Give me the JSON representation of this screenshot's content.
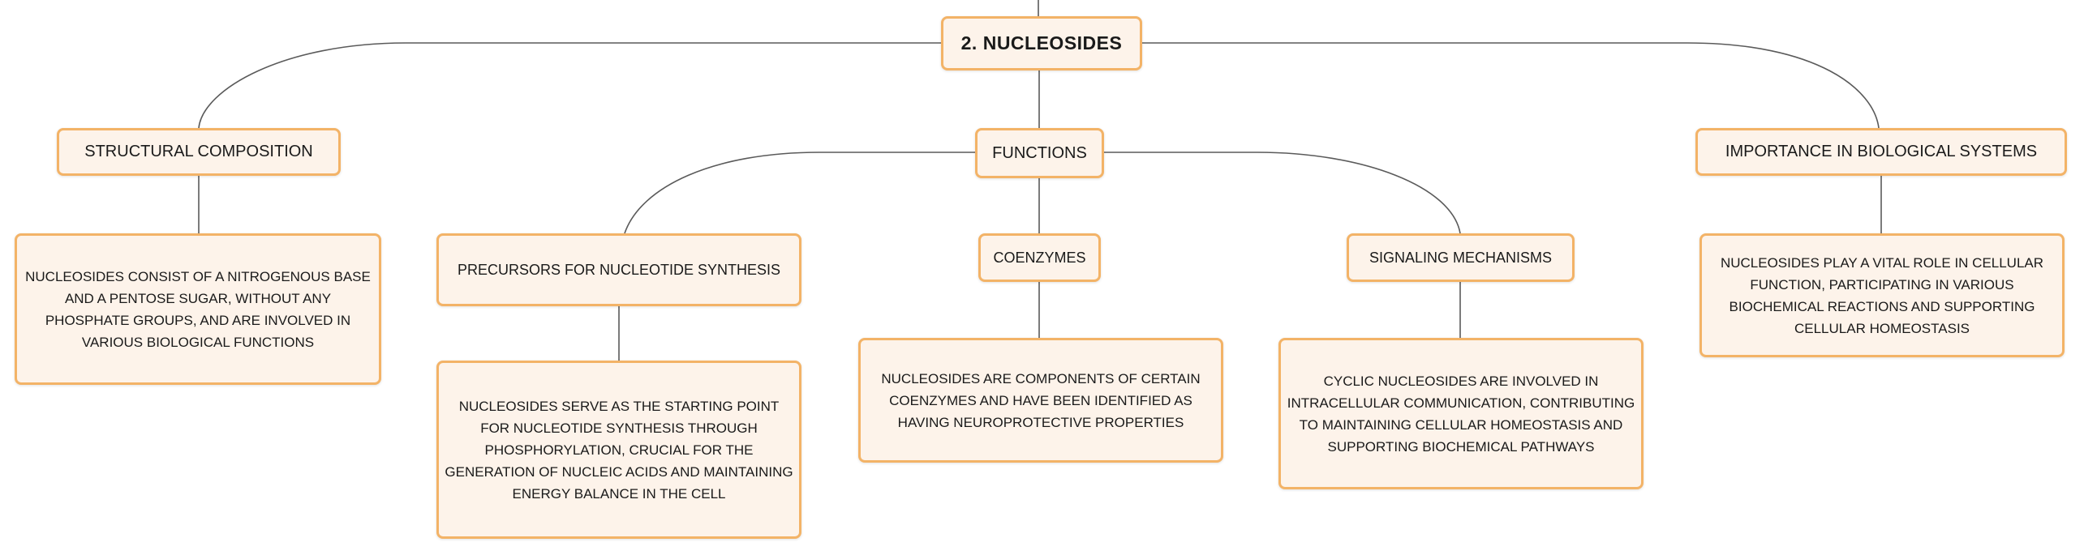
{
  "root": {
    "label": "2. NUCLEOSIDES"
  },
  "branches": {
    "structural": {
      "label": "STRUCTURAL COMPOSITION",
      "description": "NUCLEOSIDES CONSIST OF A NITROGENOUS BASE AND A PENTOSE SUGAR, WITHOUT ANY PHOSPHATE GROUPS, AND ARE INVOLVED IN VARIOUS BIOLOGICAL FUNCTIONS"
    },
    "functions": {
      "label": "FUNCTIONS",
      "children": {
        "precursors": {
          "label": "PRECURSORS FOR NUCLEOTIDE SYNTHESIS",
          "description": "NUCLEOSIDES SERVE AS THE STARTING POINT FOR NUCLEOTIDE SYNTHESIS THROUGH PHOSPHORYLATION, CRUCIAL FOR THE GENERATION OF NUCLEIC ACIDS AND MAINTAINING ENERGY BALANCE IN THE CELL"
        },
        "coenzymes": {
          "label": "COENZYMES",
          "description": "NUCLEOSIDES ARE COMPONENTS OF CERTAIN COENZYMES AND HAVE BEEN IDENTIFIED AS HAVING NEUROPROTECTIVE PROPERTIES"
        },
        "signaling": {
          "label": "SIGNALING MECHANISMS",
          "description": "CYCLIC NUCLEOSIDES ARE INVOLVED IN INTRACELLULAR COMMUNICATION, CONTRIBUTING TO MAINTAINING CELLULAR HOMEOSTASIS AND SUPPORTING BIOCHEMICAL PATHWAYS"
        }
      }
    },
    "importance": {
      "label": "IMPORTANCE IN BIOLOGICAL SYSTEMS",
      "description": "NUCLEOSIDES PLAY A VITAL ROLE IN CELLULAR FUNCTION, PARTICIPATING IN VARIOUS BIOCHEMICAL REACTIONS AND SUPPORTING CELLULAR HOMEOSTASIS"
    }
  },
  "colors": {
    "node_border": "#f3b367",
    "node_fill": "#fdf3ea",
    "connector": "#5a5a5a"
  }
}
